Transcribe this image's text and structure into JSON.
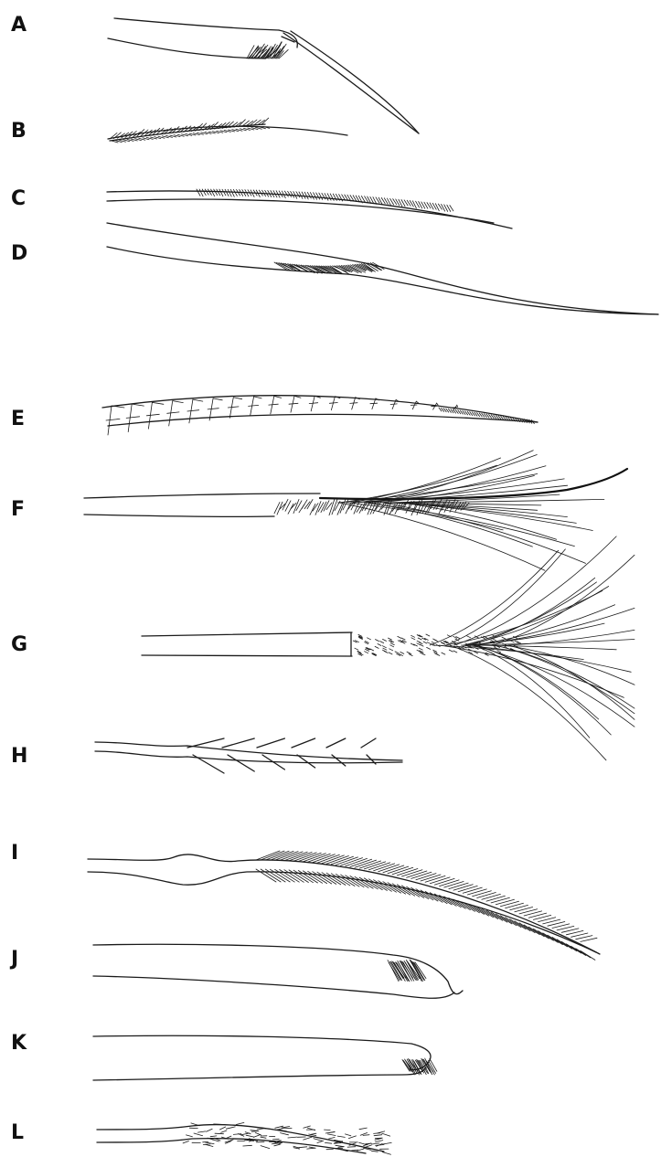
{
  "figure": {
    "panels": [
      {
        "id": "a",
        "label": "A"
      },
      {
        "id": "b",
        "label": "B"
      },
      {
        "id": "c",
        "label": "C"
      },
      {
        "id": "d",
        "label": "D"
      },
      {
        "id": "e",
        "label": "E"
      },
      {
        "id": "f",
        "label": "F"
      },
      {
        "id": "g",
        "label": "G"
      },
      {
        "id": "h",
        "label": "H"
      },
      {
        "id": "i",
        "label": "I"
      },
      {
        "id": "j",
        "label": "J"
      },
      {
        "id": "k",
        "label": "K"
      },
      {
        "id": "l",
        "label": "L"
      }
    ],
    "colors": {
      "ink": "#1a1a1a",
      "background": "#ffffff"
    }
  }
}
